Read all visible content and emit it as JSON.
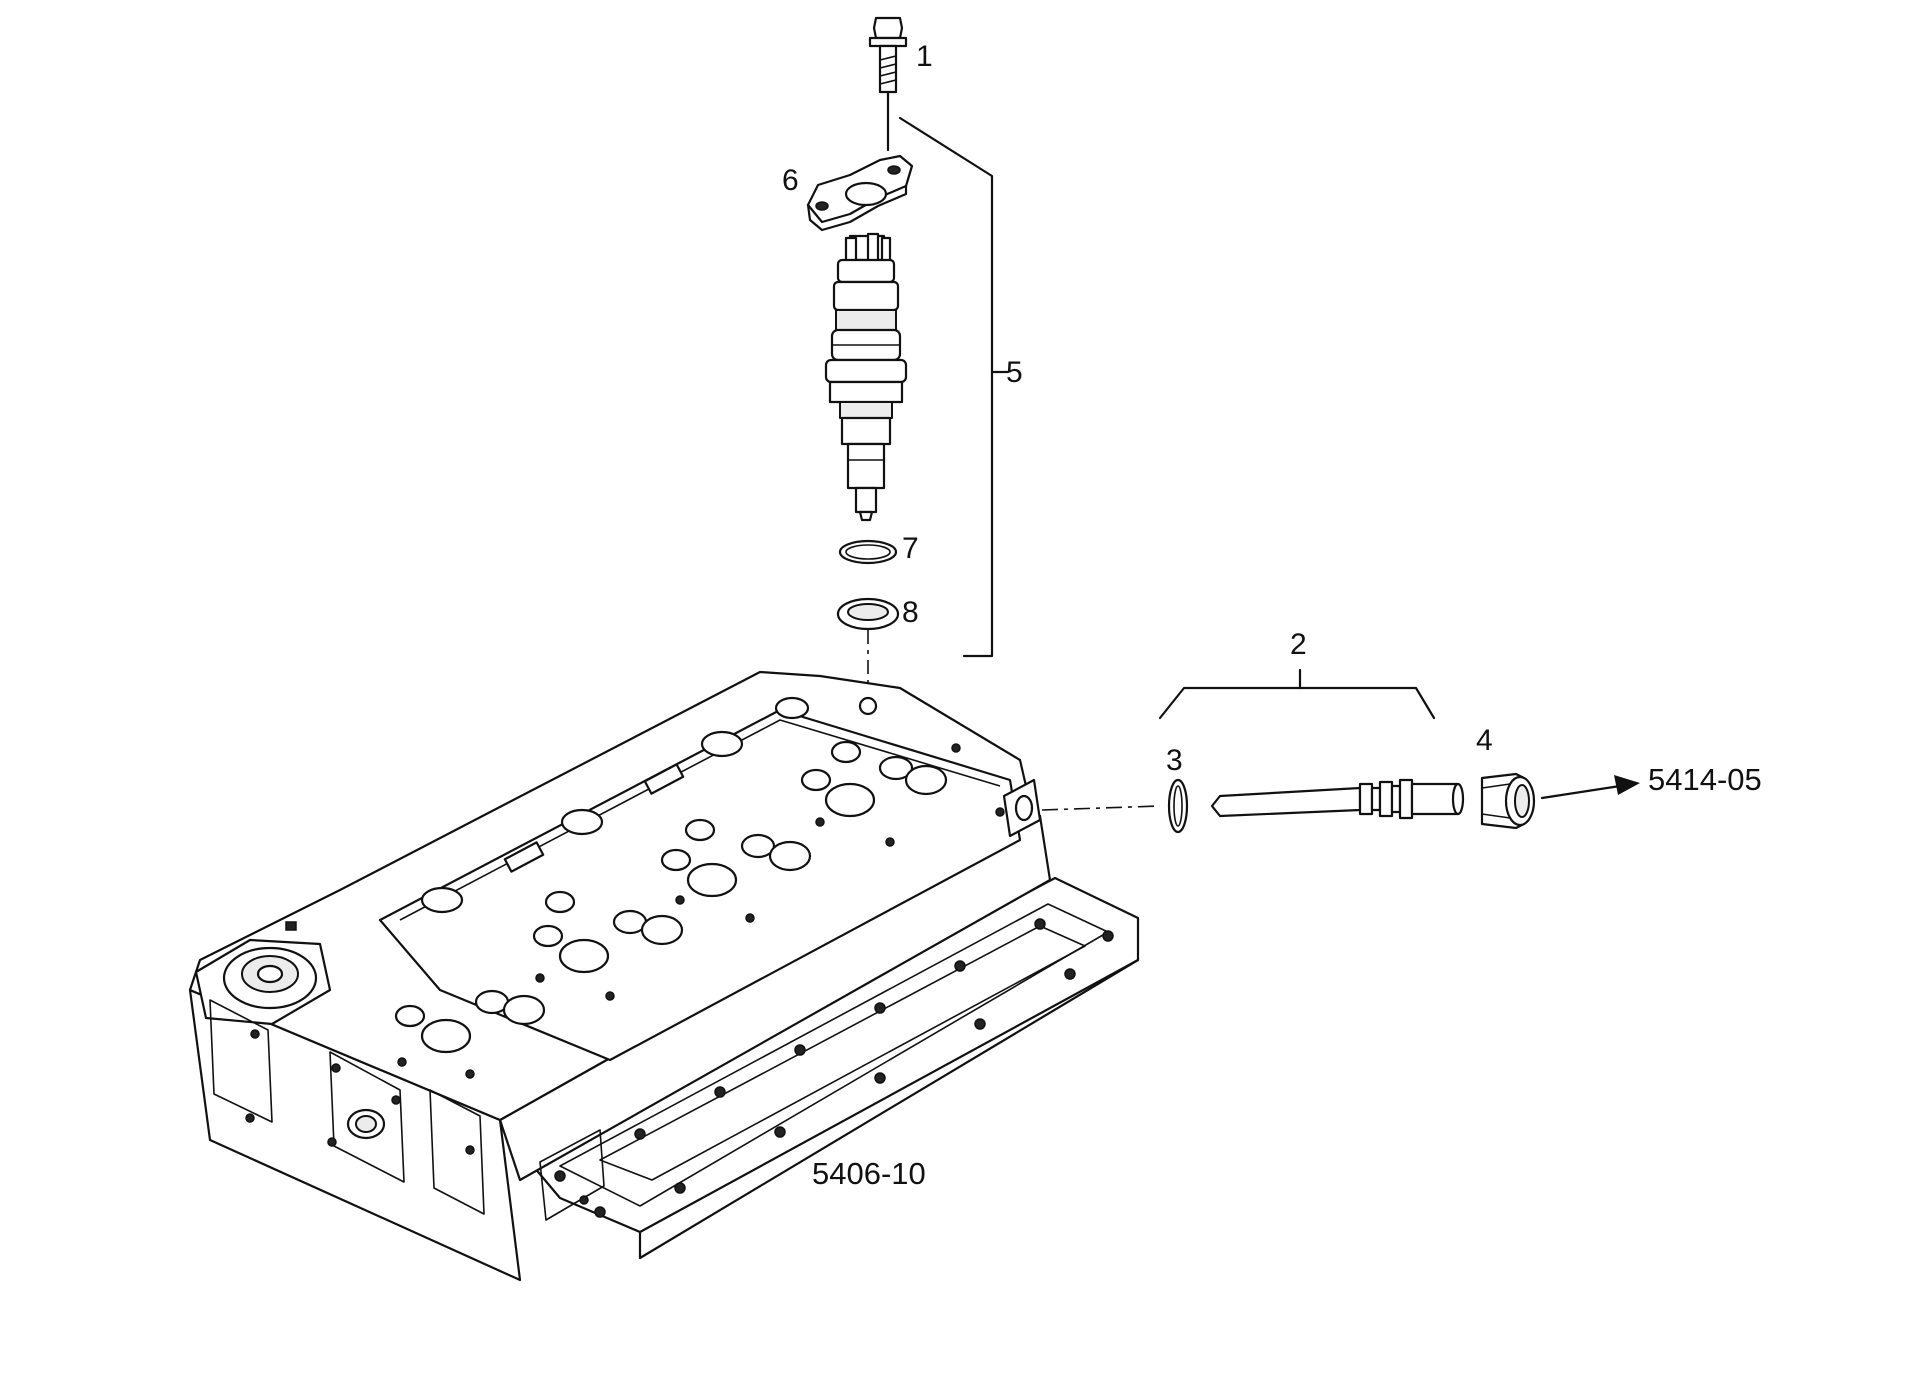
{
  "callouts": {
    "c1": "1",
    "c2": "2",
    "c3": "3",
    "c4": "4",
    "c5": "5",
    "c6": "6",
    "c7": "7",
    "c8": "8"
  },
  "references": {
    "cylinder_head": "5406-10",
    "fuel_line": "5414-05"
  }
}
